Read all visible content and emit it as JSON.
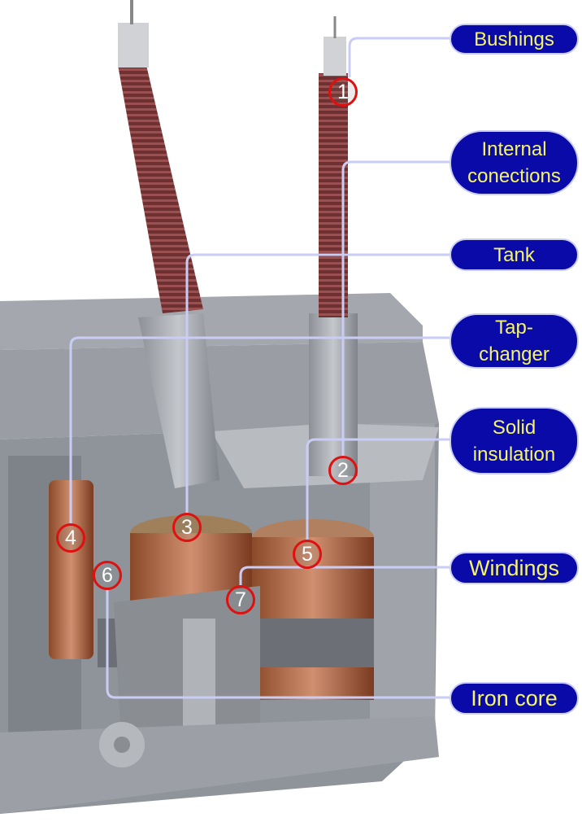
{
  "callouts": [
    {
      "number": "1",
      "label": "Bushings"
    },
    {
      "number": "2",
      "label": "Internal conections"
    },
    {
      "number": "3",
      "label": "Tank"
    },
    {
      "number": "4",
      "label": "Tap-changer"
    },
    {
      "number": "5",
      "label": "Solid insulation"
    },
    {
      "number": "6",
      "label": "Iron core"
    },
    {
      "number": "7",
      "label": "Windings"
    }
  ],
  "colors": {
    "pill_fill": "#0a0aa8",
    "pill_text": "#f5f56a",
    "leader_line": "#c9cdf5",
    "marker_ring": "#e01010"
  }
}
